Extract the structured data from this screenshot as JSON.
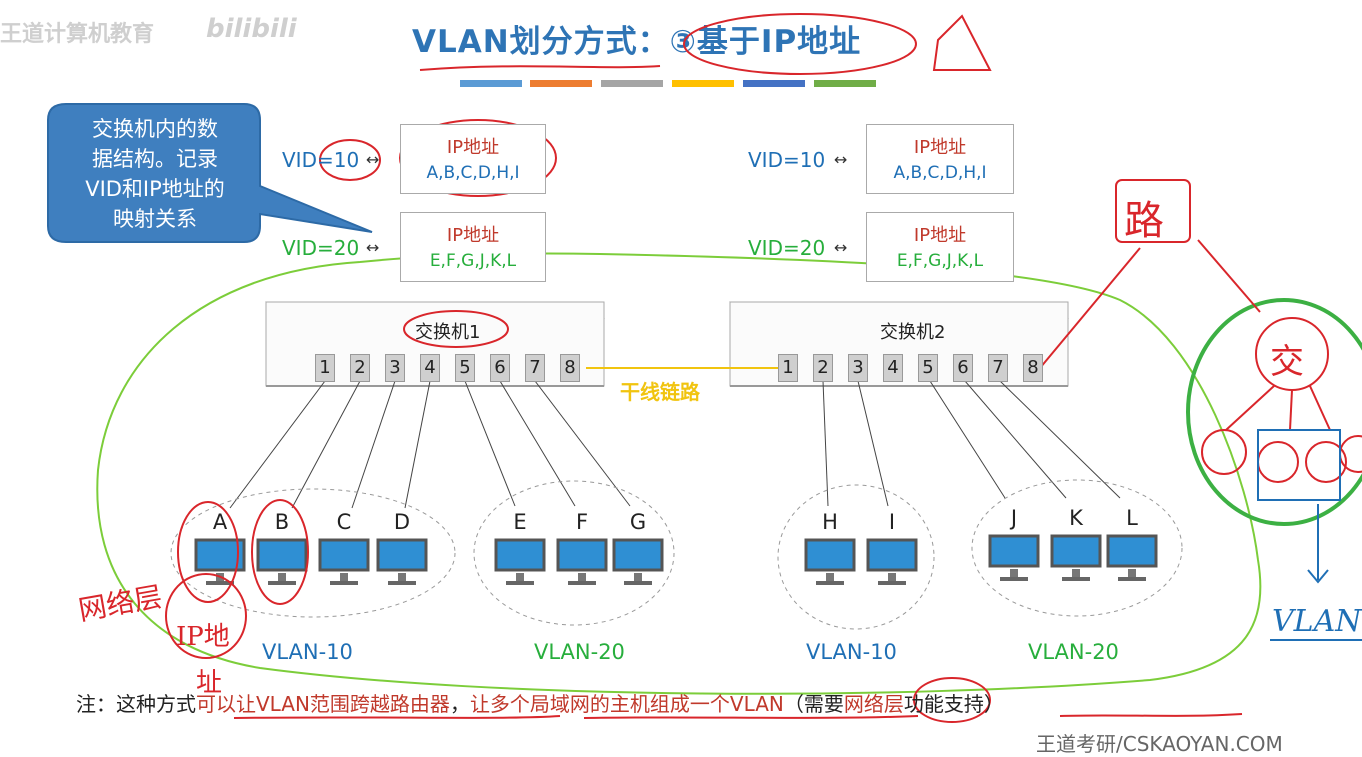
{
  "watermark": {
    "top_left": "王道计算机教育",
    "bilibili": "bilibili",
    "bottom_right": "王道考研/CSKAOYAN.COM"
  },
  "title": "VLAN划分方式：③基于IP地址",
  "title_bar_colors": [
    "#5b9bd5",
    "#ed7d31",
    "#a5a5a5",
    "#ffc000",
    "#4472c4",
    "#70ad47"
  ],
  "callout": {
    "text": [
      "交换机内的数",
      "据结构。记录",
      "VID和IP地址的",
      "映射关系"
    ],
    "color": "#3f7fbf"
  },
  "switch1_table": [
    {
      "vid": "VID=10",
      "title": "IP地址",
      "members": "A,B,C,D,H,I",
      "color": "blue"
    },
    {
      "vid": "VID=20",
      "title": "IP地址",
      "members": "E,F,G,J,K,L",
      "color": "green"
    }
  ],
  "switch2_table": [
    {
      "vid": "VID=10",
      "title": "IP地址",
      "members": "A,B,C,D,H,I",
      "color": "blue"
    },
    {
      "vid": "VID=20",
      "title": "IP地址",
      "members": "E,F,G,J,K,L",
      "color": "green"
    }
  ],
  "switch1": {
    "name": "交换机1",
    "ports": [
      "1",
      "2",
      "3",
      "4",
      "5",
      "6",
      "7",
      "8"
    ]
  },
  "switch2": {
    "name": "交换机2",
    "ports": [
      "1",
      "2",
      "3",
      "4",
      "5",
      "6",
      "7",
      "8"
    ]
  },
  "trunk_label": "干线链路",
  "hosts": [
    "A",
    "B",
    "C",
    "D",
    "E",
    "F",
    "G",
    "H",
    "I",
    "J",
    "K",
    "L"
  ],
  "vlan_labels": [
    "VLAN-10",
    "VLAN-20",
    "VLAN-10",
    "VLAN-20"
  ],
  "note": {
    "prefix": "注：这种方式",
    "red1": "可以让VLAN范围跨越路由器",
    "mid": "，",
    "red2": "让多个局域网的主机组成一个VLAN",
    "suffix1": "（需要",
    "red3": "网络层",
    "suffix2": "功能支持）"
  },
  "annotations": {
    "router": "路",
    "switch": "交",
    "net_layer": "网络层",
    "ip_addr": "IP地",
    "ip_addr2": "址",
    "vlan_hand": "VLAN"
  },
  "colors": {
    "green": "#27ae3c",
    "blue": "#1f6fb5",
    "red_ink": "#d9262b",
    "trunk": "#f1c40f"
  }
}
